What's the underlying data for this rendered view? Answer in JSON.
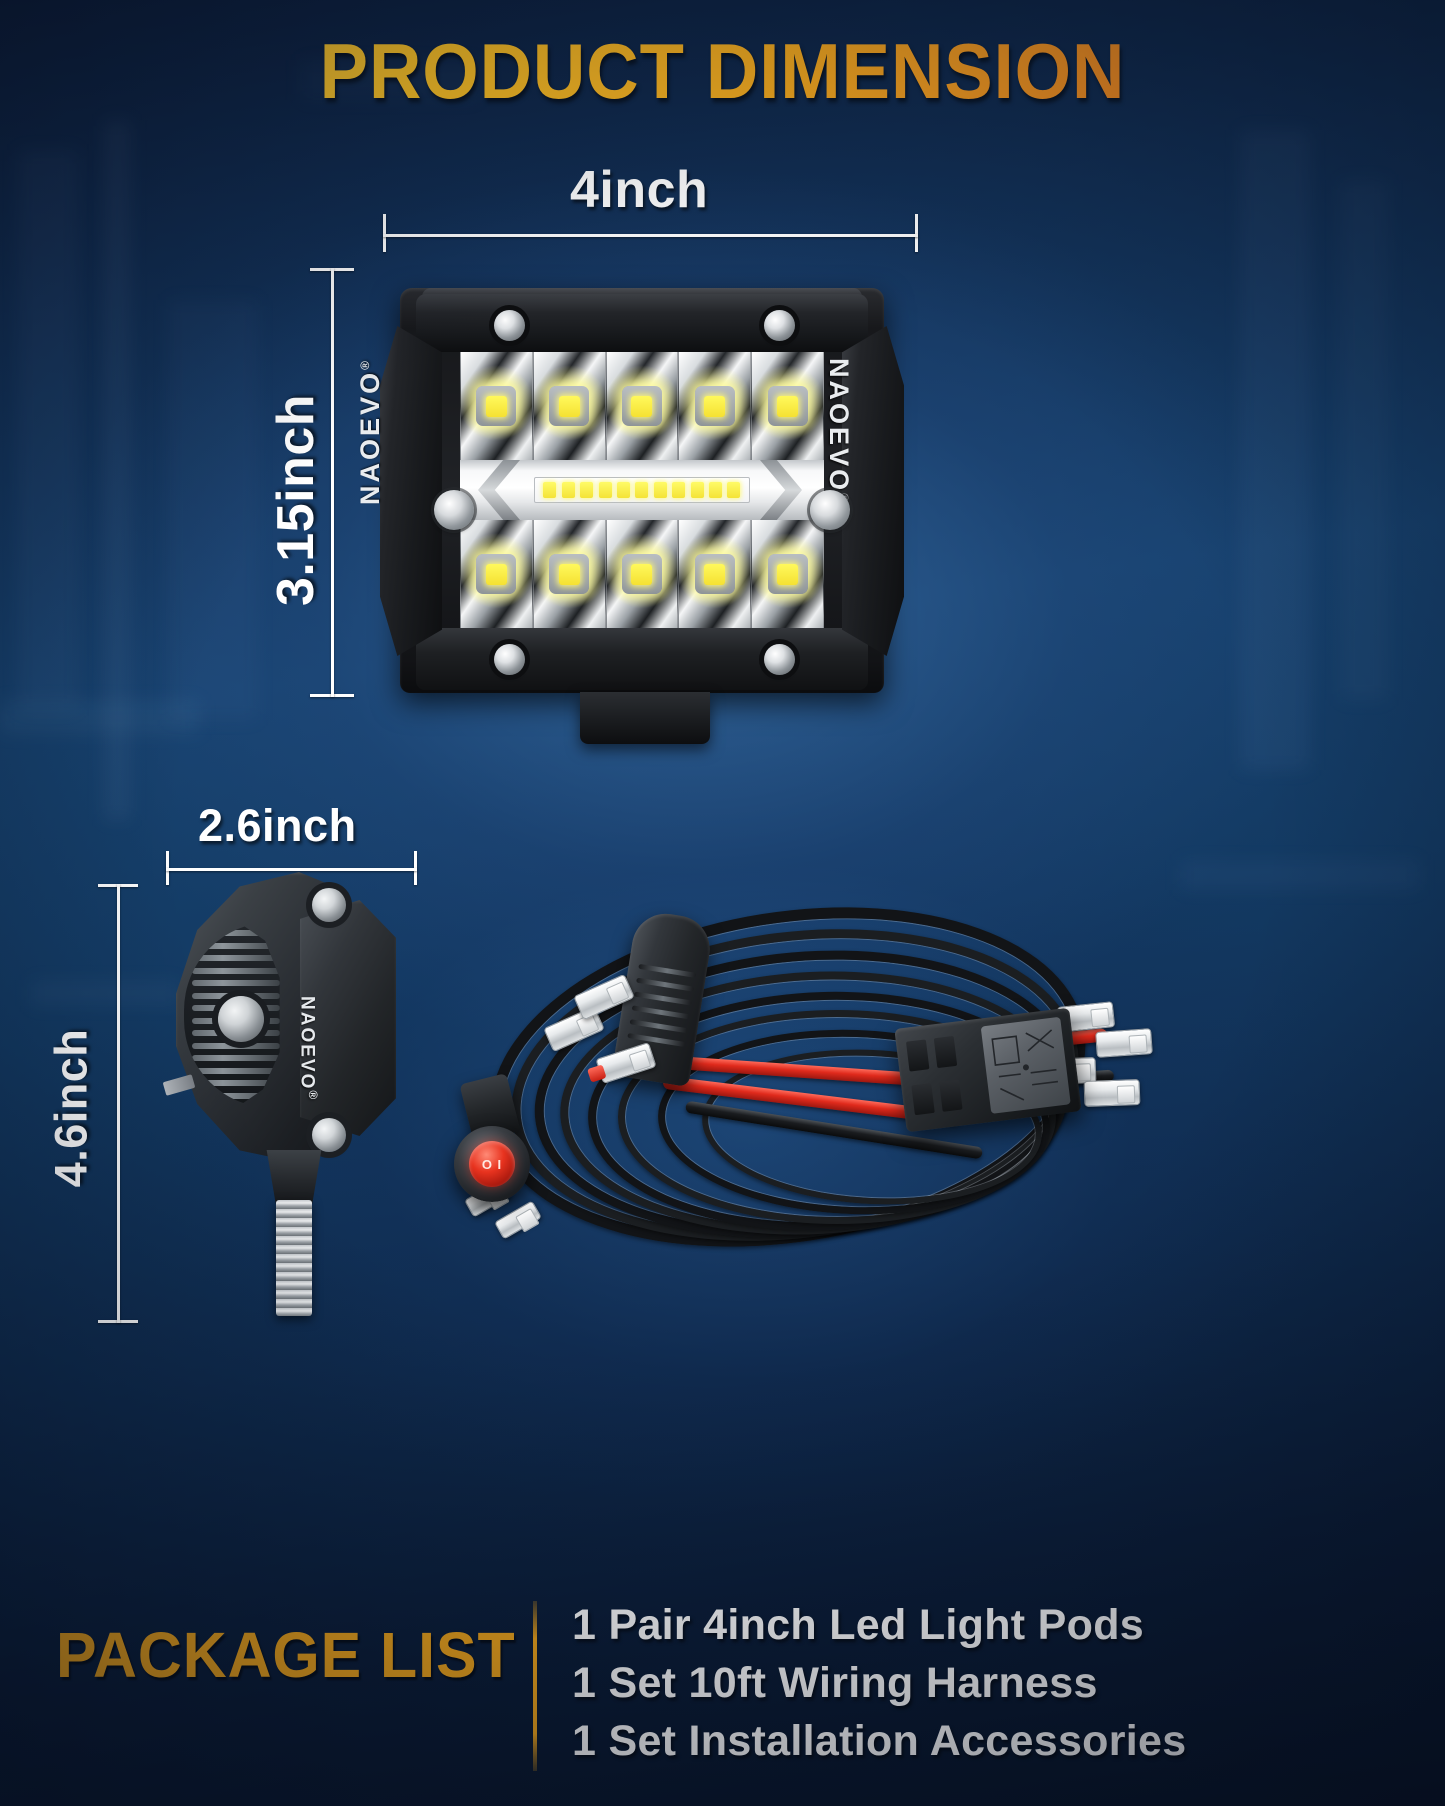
{
  "title": "PRODUCT DIMENSION",
  "brand": "NAOEVO",
  "brand_mark": "®",
  "dimensions": {
    "pod_width": "4inch",
    "pod_height": "3.15inch",
    "bracket_width": "2.6inch",
    "bracket_height": "4.6inch"
  },
  "product": {
    "pod_label": "led-light-pod",
    "bracket_label": "mounting-bracket",
    "harness_label": "wiring-harness",
    "led_top_row_count": 5,
    "led_bottom_row_count": 5,
    "center_strip_chip_count": 11,
    "switch_text": "O I"
  },
  "package": {
    "heading": "PACKAGE LIST",
    "items": [
      "1 Pair 4inch Led Light Pods",
      "1 Set 10ft Wiring Harness",
      "1 Set Installation Accessories"
    ]
  },
  "colors": {
    "title_gradient_start": "#FFD23F",
    "title_gradient_end": "#F4731B",
    "accent_orange": "#F6A91B",
    "dimension_line": "#FFFFFF",
    "background_blue": "#123056",
    "led_yellow": "#FFF95C",
    "wire_red": "#E02A1C"
  }
}
